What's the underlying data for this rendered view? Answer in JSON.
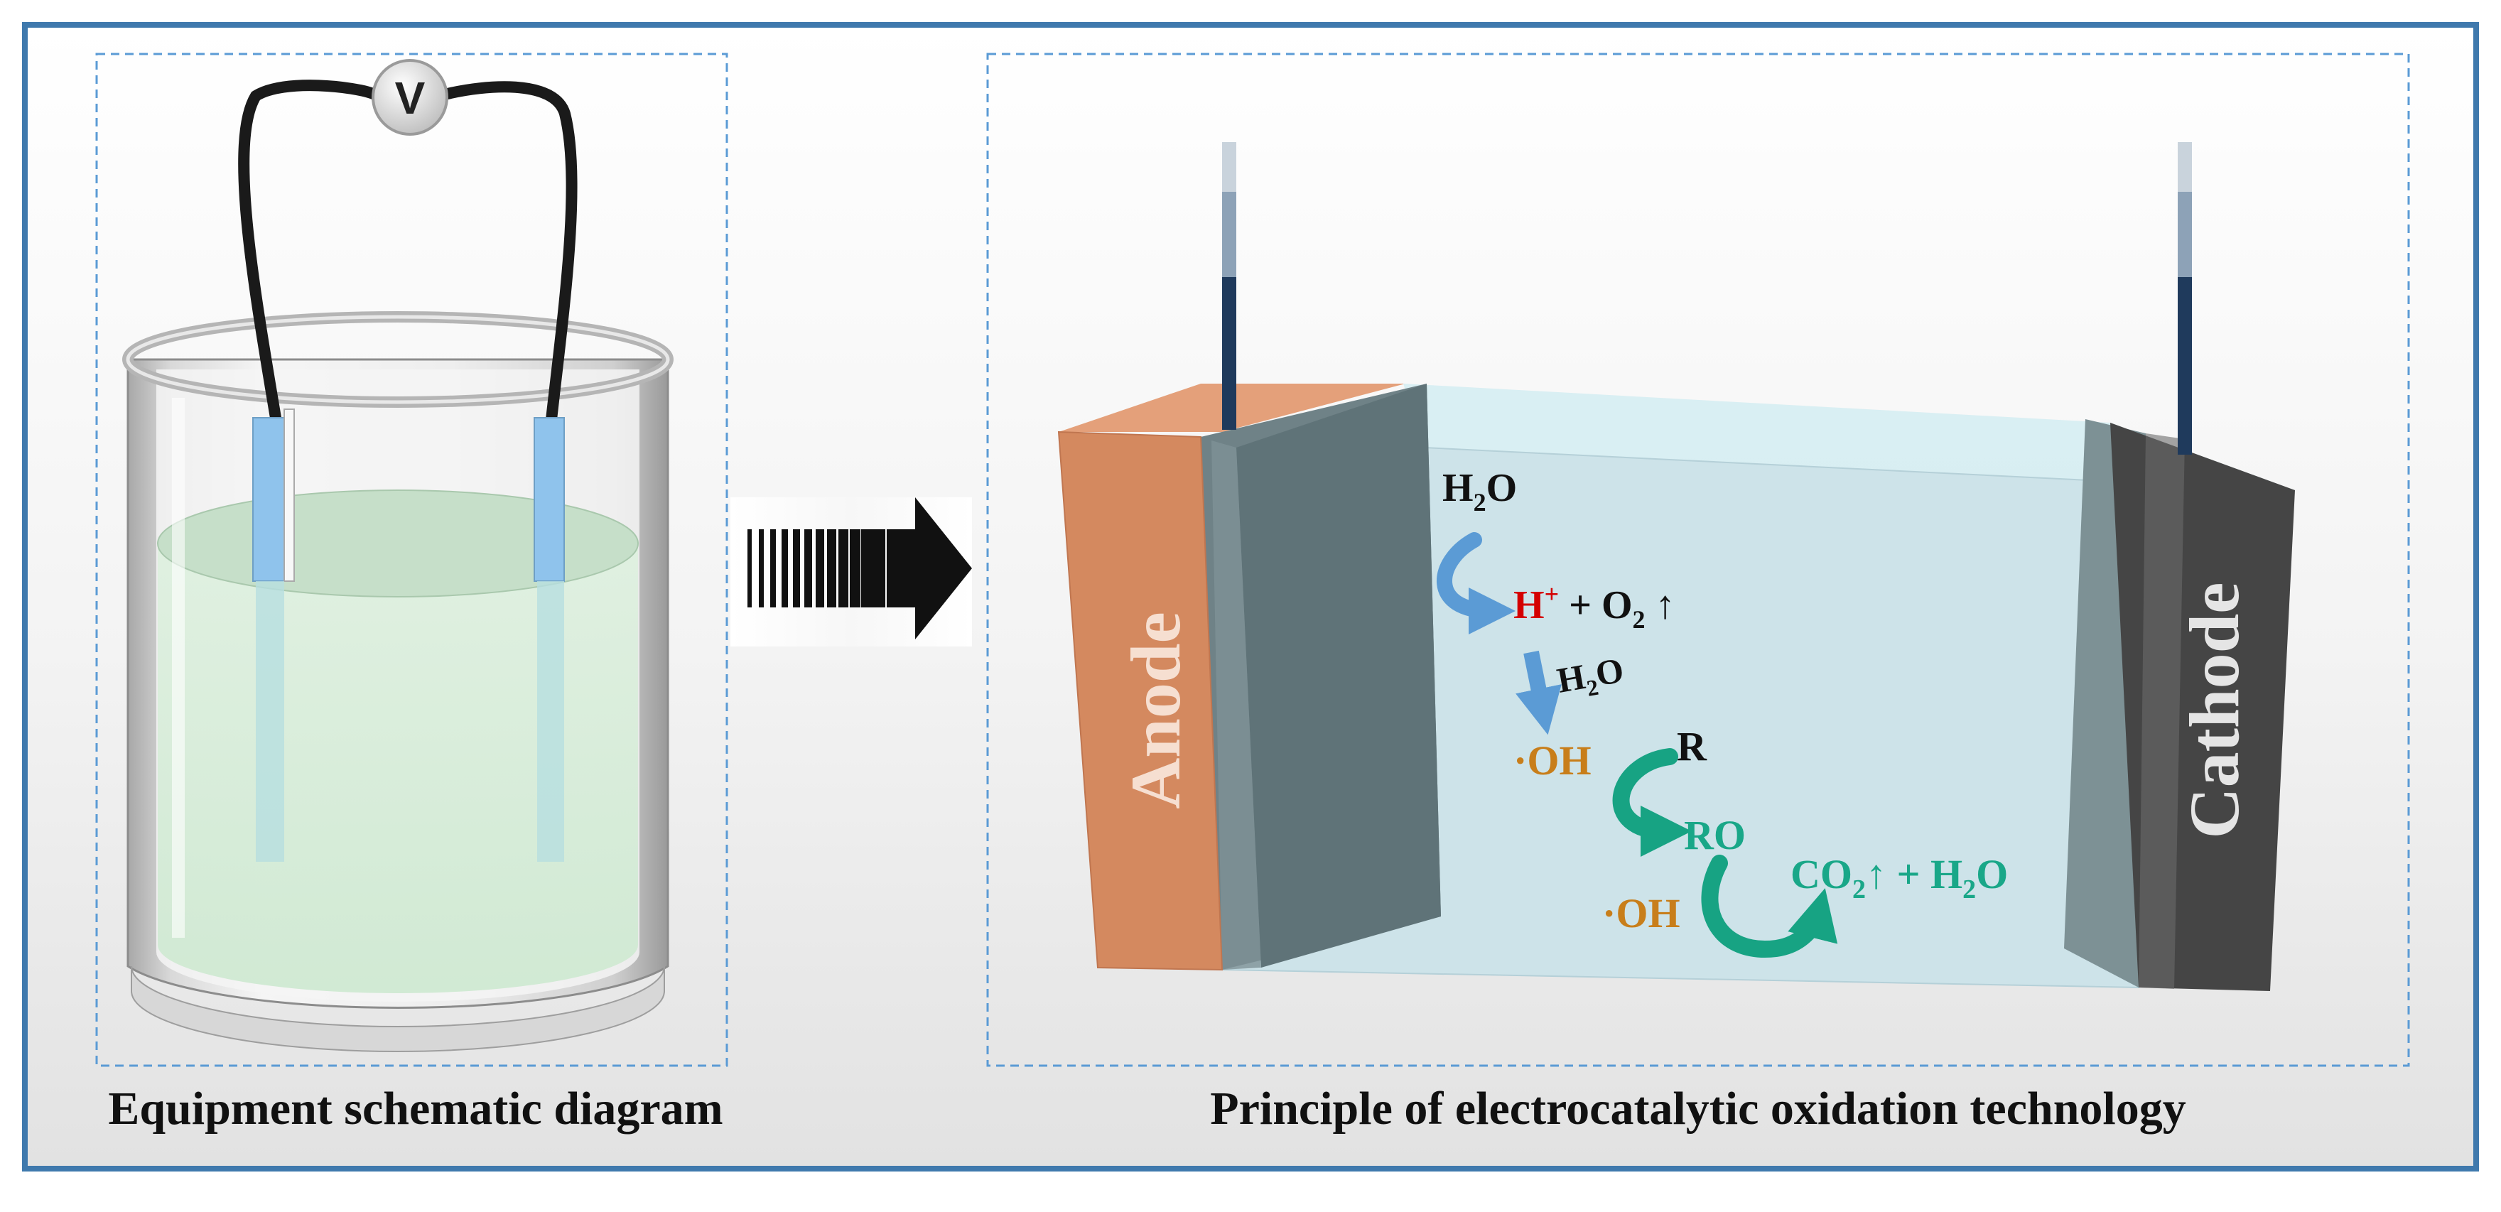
{
  "voltmeter_label": "V",
  "equipment_caption": "Equipment schematic diagram",
  "principle_caption": "Principle of electrocatalytic oxidation technology",
  "anode_label": "Anode",
  "cathode_label": "Cathode",
  "reactions": {
    "water1": {
      "main": "H",
      "sub": "2",
      "tail": "O"
    },
    "step1": {
      "h": "H",
      "sup": "+",
      "mid": " + O",
      "sub": "2",
      "arrow": " ↑"
    },
    "water2": {
      "main": "H",
      "sub": "2",
      "tail": "O"
    },
    "oh1": "·OH",
    "r": "R",
    "ro": "RO",
    "oh2": "·OH",
    "products": {
      "co": "CO",
      "sub": "2",
      "mid": "↑ + H",
      "sub2": "2",
      "tail": "O"
    }
  },
  "colors": {
    "frame_border": "#3f79ad",
    "dashed_border": "#5b9bd5",
    "anode": "#d4895f",
    "cathode": "#454545",
    "electrolyte": "#cde3e9",
    "plate": "#5f7378",
    "arrow_blue": "#5b9bd5",
    "arrow_green": "#17a383",
    "hplus": "#d40000",
    "hydroxyl": "#c87e1a",
    "products": "#19a788",
    "liquid": "#cfe9d0"
  }
}
